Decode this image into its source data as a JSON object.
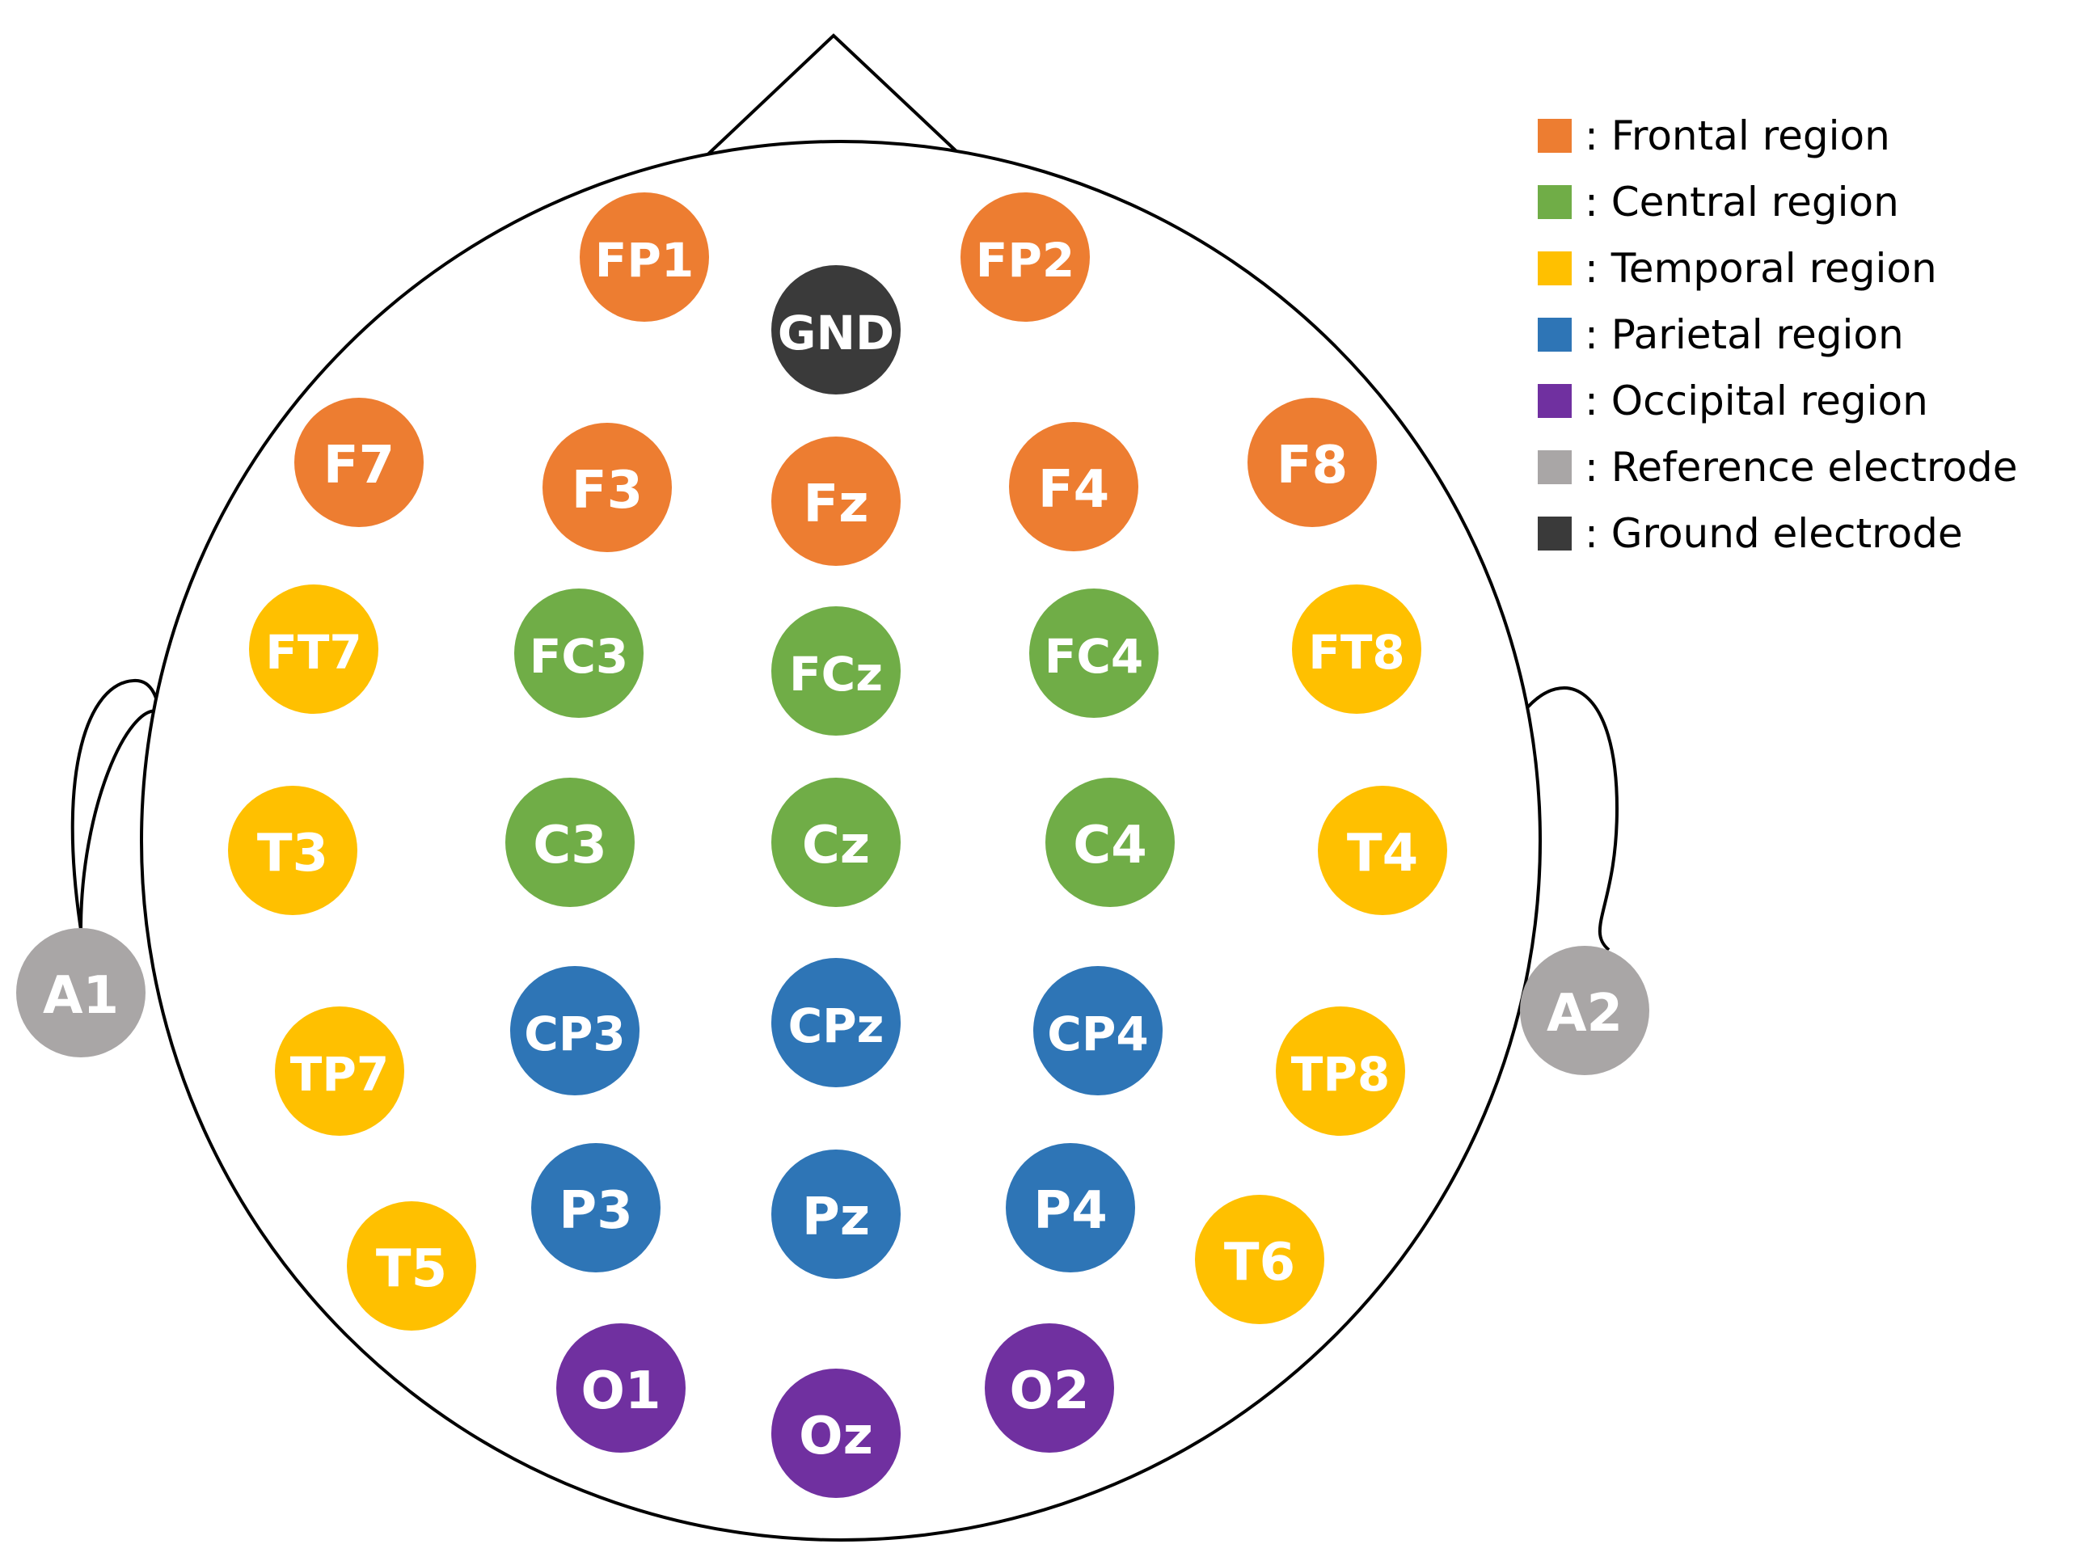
{
  "colors": {
    "frontal": "#ED7D31",
    "central": "#70AD47",
    "temporal": "#FFC000",
    "parietal": "#2E75B6",
    "occipital": "#7030A0",
    "reference": "#A9A6A6",
    "ground": "#3A3A3A"
  },
  "legend": [
    {
      "region": "frontal",
      "label": ": Frontal region"
    },
    {
      "region": "central",
      "label": ": Central region"
    },
    {
      "region": "temporal",
      "label": ": Temporal region"
    },
    {
      "region": "parietal",
      "label": ": Parietal region"
    },
    {
      "region": "occipital",
      "label": ": Occipital region"
    },
    {
      "region": "reference",
      "label": ": Reference electrode"
    },
    {
      "region": "ground",
      "label": ": Ground electrode"
    }
  ],
  "electrodes": [
    {
      "label": "FP1",
      "region": "frontal"
    },
    {
      "label": "FP2",
      "region": "frontal"
    },
    {
      "label": "GND",
      "region": "ground"
    },
    {
      "label": "F7",
      "region": "frontal"
    },
    {
      "label": "F3",
      "region": "frontal"
    },
    {
      "label": "Fz",
      "region": "frontal"
    },
    {
      "label": "F4",
      "region": "frontal"
    },
    {
      "label": "F8",
      "region": "frontal"
    },
    {
      "label": "FT7",
      "region": "temporal"
    },
    {
      "label": "FC3",
      "region": "central"
    },
    {
      "label": "FCz",
      "region": "central"
    },
    {
      "label": "FC4",
      "region": "central"
    },
    {
      "label": "FT8",
      "region": "temporal"
    },
    {
      "label": "T3",
      "region": "temporal"
    },
    {
      "label": "C3",
      "region": "central"
    },
    {
      "label": "Cz",
      "region": "central"
    },
    {
      "label": "C4",
      "region": "central"
    },
    {
      "label": "T4",
      "region": "temporal"
    },
    {
      "label": "A1",
      "region": "reference"
    },
    {
      "label": "A2",
      "region": "reference"
    },
    {
      "label": "TP7",
      "region": "temporal"
    },
    {
      "label": "CP3",
      "region": "parietal"
    },
    {
      "label": "CPz",
      "region": "parietal"
    },
    {
      "label": "CP4",
      "region": "parietal"
    },
    {
      "label": "TP8",
      "region": "temporal"
    },
    {
      "label": "T5",
      "region": "temporal"
    },
    {
      "label": "P3",
      "region": "parietal"
    },
    {
      "label": "Pz",
      "region": "parietal"
    },
    {
      "label": "P4",
      "region": "parietal"
    },
    {
      "label": "T6",
      "region": "temporal"
    },
    {
      "label": "O1",
      "region": "occipital"
    },
    {
      "label": "Oz",
      "region": "occipital"
    },
    {
      "label": "O2",
      "region": "occipital"
    }
  ]
}
